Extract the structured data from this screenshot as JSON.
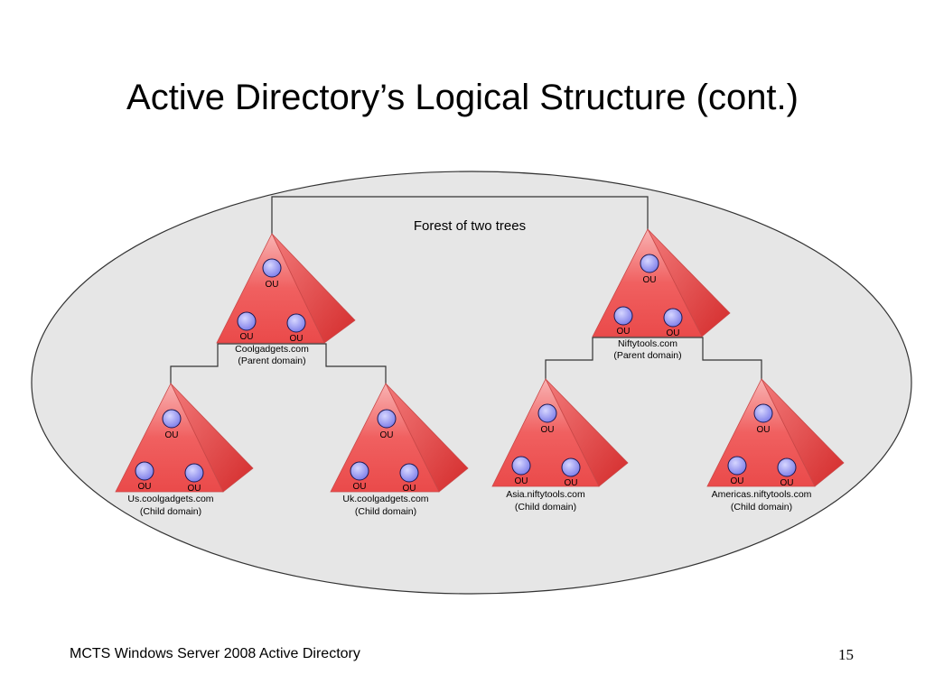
{
  "slide": {
    "title": "Active Directory’s Logical Structure (cont.)",
    "footer": "MCTS Windows Server 2008 Active Directory",
    "page_number": "15"
  },
  "diagram": {
    "forest_label": "Forest of two trees",
    "ou_label": "OU",
    "trees": [
      {
        "parent": {
          "name": "Coolgadgets.com",
          "role": "(Parent domain)"
        },
        "children": [
          {
            "name": "Us.coolgadgets.com",
            "role": "(Child domain)"
          },
          {
            "name": "Uk.coolgadgets.com",
            "role": "(Child domain)"
          }
        ]
      },
      {
        "parent": {
          "name": "Niftytools.com",
          "role": "(Parent domain)"
        },
        "children": [
          {
            "name": "Asia.niftytools.com",
            "role": "(Child domain)"
          },
          {
            "name": "Americas.niftytools.com",
            "role": "(Child domain)"
          }
        ]
      }
    ]
  },
  "colors": {
    "forest_fill": "#e6e6e6",
    "pyramid_front": "#f05a5a",
    "pyramid_side": "#e23a3a",
    "ou_circle": "#8f8ff2"
  }
}
